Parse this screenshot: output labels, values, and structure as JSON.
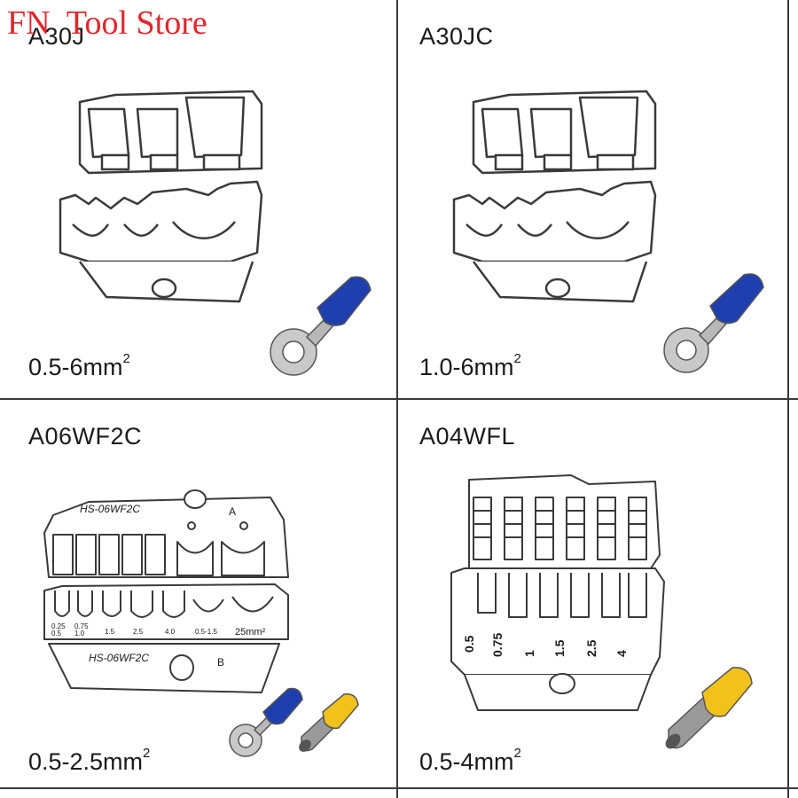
{
  "watermark": {
    "text": "FN  Tool Store"
  },
  "panels": [
    {
      "model": "A30J",
      "range": "0.5-6mm",
      "exp": "2"
    },
    {
      "model": "A30JC",
      "range": "1.0-6mm",
      "exp": "2"
    },
    {
      "model": "A06WF2C",
      "range": "0.5-2.5mm",
      "exp": "2",
      "die_top_label": "HS-06WF2C",
      "die_top_letter": "A",
      "die_bottom_label": "HS-06WF2C",
      "die_bottom_letter": "B",
      "slot_labels": [
        "0.25\n0.5",
        "0.75\n1.0",
        "1.5",
        "2.5",
        "4.0",
        "0.5-1.5",
        "25mm²"
      ]
    },
    {
      "model": "A04WFL",
      "range": "0.5-4mm",
      "exp": "2",
      "slot_labels": [
        "0.5",
        "0.75",
        "1",
        "1.5",
        "2.5",
        "4"
      ]
    }
  ],
  "colors": {
    "terminal_blue": "#1f3fae",
    "ferrule_yellow": "#f2c21a",
    "metal": "#c9c9c9",
    "outline": "#3a3a3a",
    "watermark": "#e0262b"
  }
}
